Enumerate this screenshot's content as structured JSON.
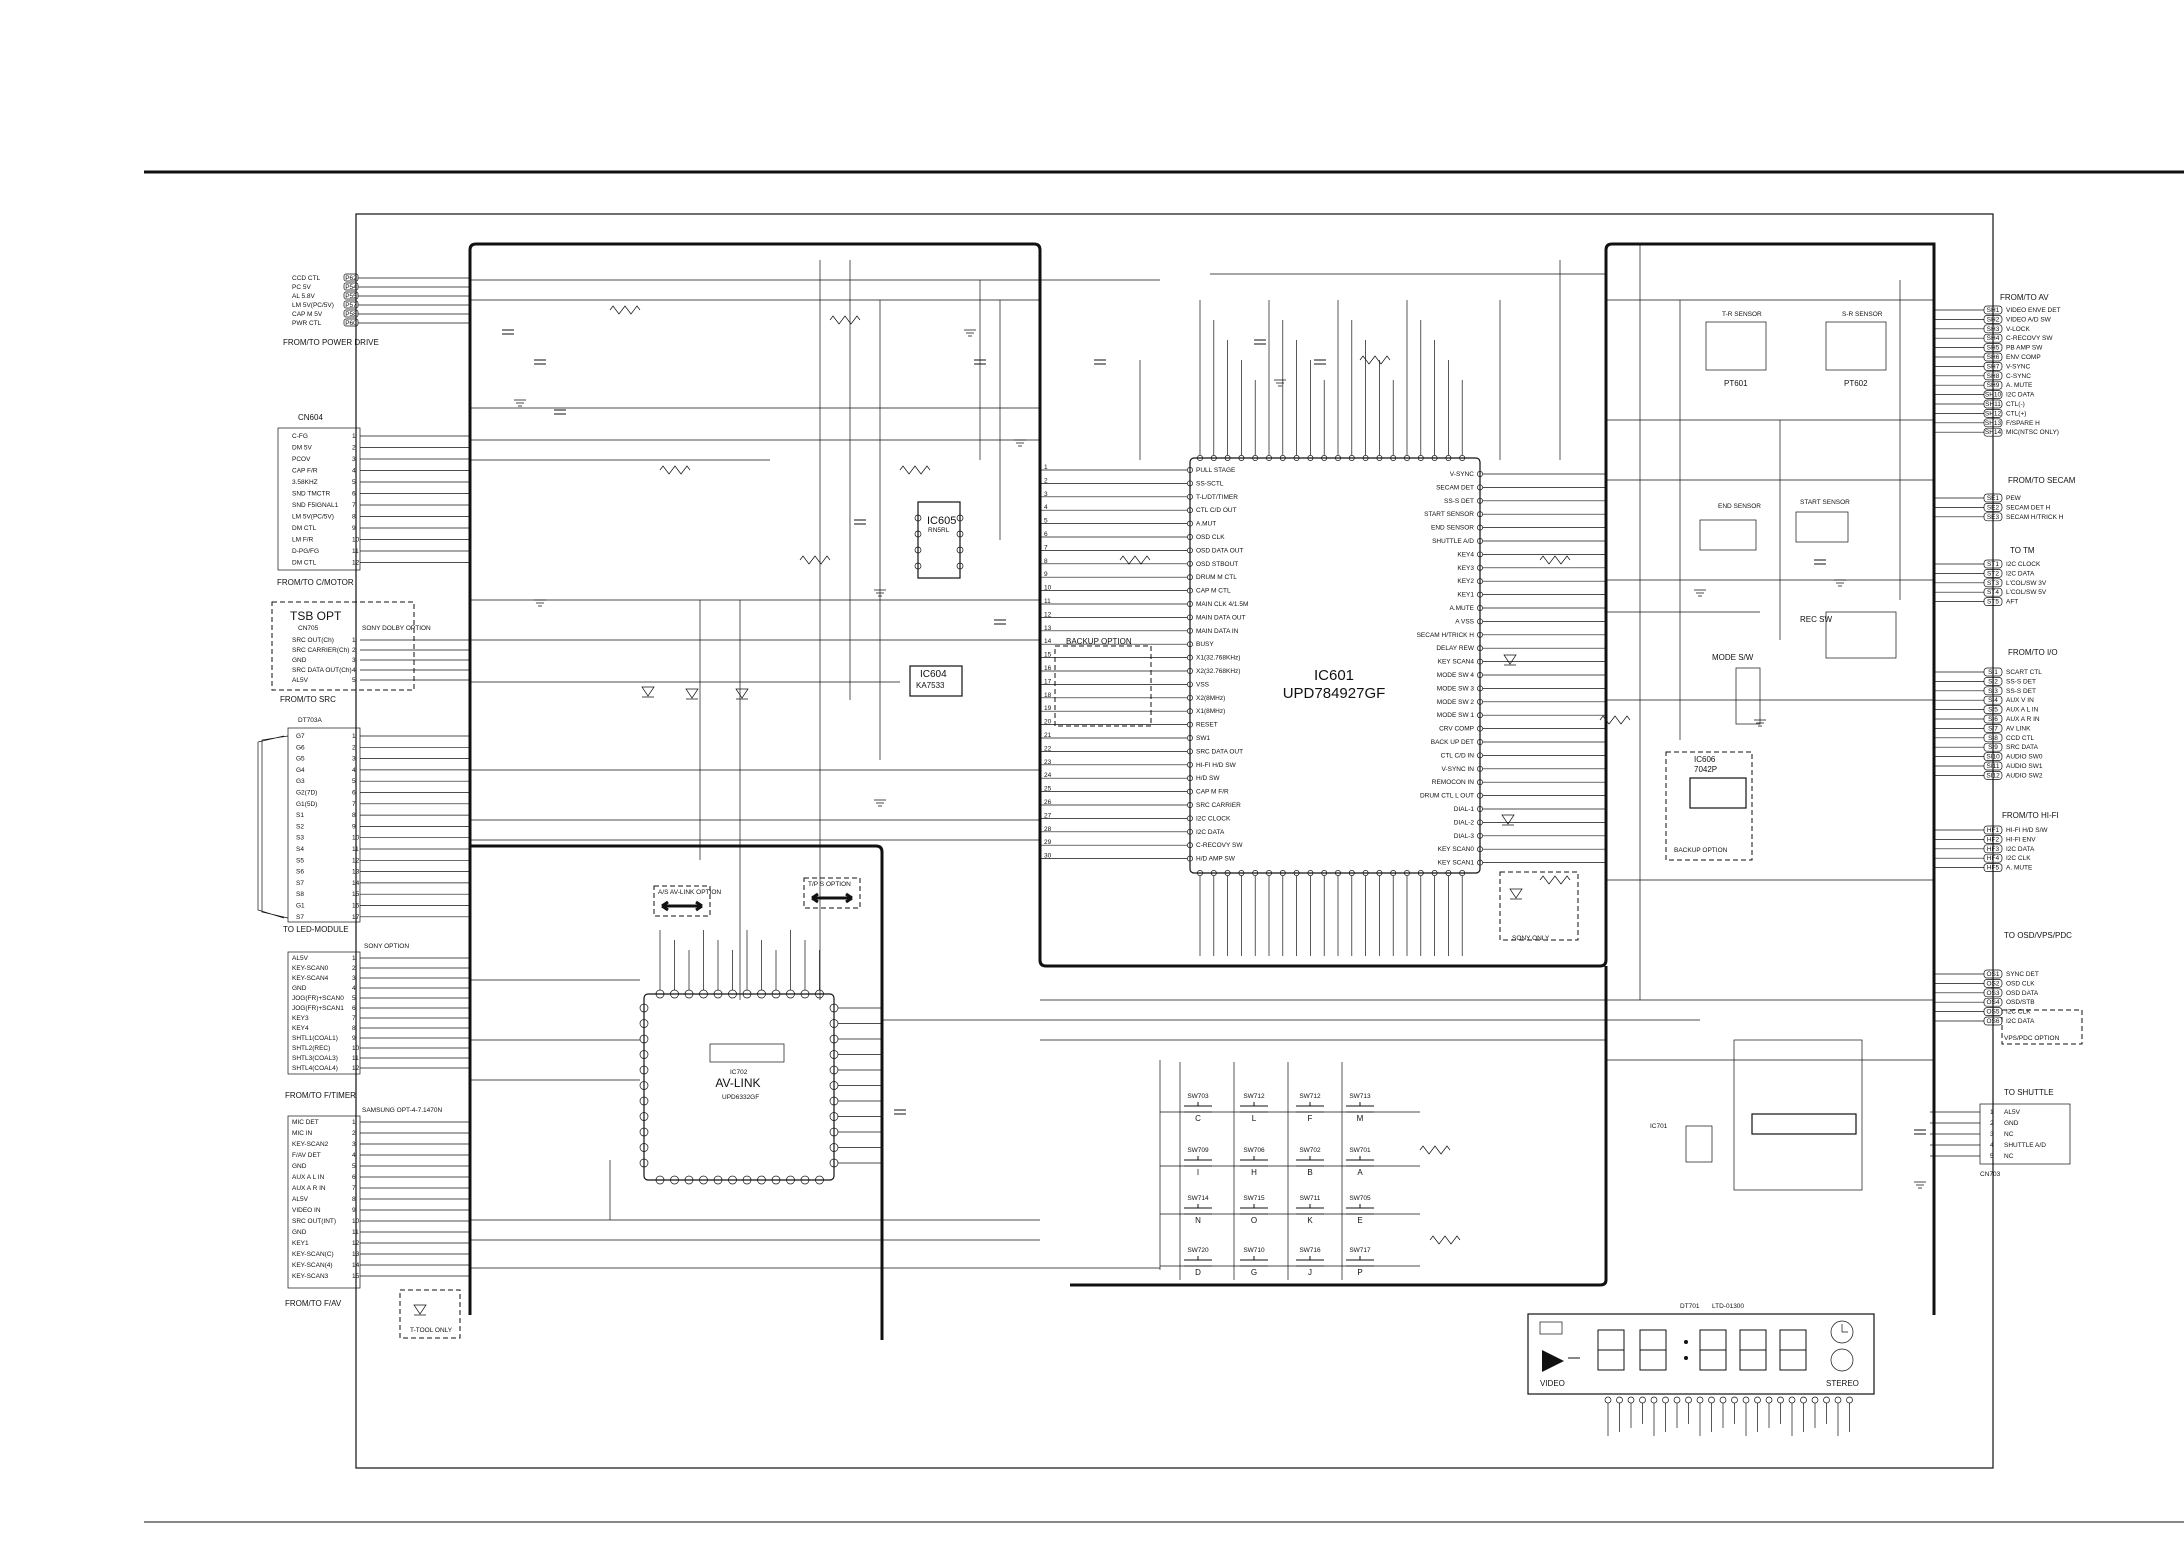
{
  "connectors": {
    "power_drive": {
      "title": "FROM/TO POWER DRIVE",
      "pins": [
        {
          "label": "CCD CTL",
          "pin": "P62"
        },
        {
          "label": "PC 5V",
          "pin": "P54"
        },
        {
          "label": "AL 5.8V",
          "pin": "P55"
        },
        {
          "label": "LM 5V(PC/5V)",
          "pin": "P57"
        },
        {
          "label": "CAP M 5V",
          "pin": "P58"
        },
        {
          "label": "PWR CTL",
          "pin": "P60"
        }
      ]
    },
    "cn604": {
      "ref": "CN604",
      "title": "FROM/TO C/MOTOR",
      "pins": [
        "C-FG",
        "DM 5V",
        "PCOV",
        "CAP F/R",
        "3.58KHZ",
        "SND TMCTR",
        "SND F5IGNAL1",
        "LM 5V(PC/5V)",
        "DM CTL",
        "LM F/R",
        "D-PG/FG",
        "DM CTL"
      ]
    },
    "tsb": {
      "title": "TSB OPT",
      "ref": "CN705",
      "note": "SONY DOLBY OPTION",
      "title2": "FROM/TO SRC",
      "pins": [
        "SRC OUT(Ch)",
        "SRC CARRIER(Ch)",
        "GND",
        "SRC DATA OUT(Ch)",
        "AL5V"
      ]
    },
    "led": {
      "title": "TO LED-MODULE",
      "ref": "DT703A",
      "pins": [
        "G7",
        "G6",
        "G5",
        "G4",
        "G3",
        "G2(7D)",
        "G1(5D)",
        "S1",
        "S2",
        "S3",
        "S4",
        "S5",
        "S6",
        "S7",
        "S8",
        "G1",
        "S7"
      ]
    },
    "ftimer": {
      "title": "FROM/TO F/TIMER",
      "note": "SONY OPTION",
      "pins": [
        "AL5V",
        "KEY-SCAN0",
        "KEY-SCAN4",
        "GND",
        "JOG(FR)+SCAN0",
        "JOG(FR)+SCAN1",
        "KEY3",
        "KEY4",
        "SHTL1(COAL1)",
        "SHTL2(REC)",
        "SHTL3(COAL3)",
        "SHTL4(COAL4)"
      ]
    },
    "fav": {
      "title": "FROM/TO F/AV",
      "note": "SAMSUNG OPT-4-7.1470N",
      "pins": [
        "MIC DET",
        "MIC IN",
        "KEY-SCAN2",
        "F/AV DET",
        "GND",
        "AUX A L IN",
        "AUX A R IN",
        "AL5V",
        "VIDEO IN",
        "SRC OUT(INT)",
        "GND",
        "KEY1",
        "KEY-SCAN(C)",
        "KEY-SCAN(4)",
        "KEY-SCAN3"
      ]
    },
    "av": {
      "title": "FROM/TO AV",
      "pins": [
        {
          "pin": "SH1",
          "label": "VIDEO ENVE DET"
        },
        {
          "pin": "SH2",
          "label": "VIDEO A/D SW"
        },
        {
          "pin": "SH3",
          "label": "V-LOCK"
        },
        {
          "pin": "SH4",
          "label": "C-RECOVY SW"
        },
        {
          "pin": "SH5",
          "label": "PB AMP SW"
        },
        {
          "pin": "SH6",
          "label": "ENV COMP"
        },
        {
          "pin": "SH7",
          "label": "V-SYNC"
        },
        {
          "pin": "SH8",
          "label": "C-SYNC"
        },
        {
          "pin": "SH9",
          "label": "A. MUTE"
        },
        {
          "pin": "SH10",
          "label": "I2C DATA"
        },
        {
          "pin": "SH11",
          "label": "CTL(-)"
        },
        {
          "pin": "SH12",
          "label": "CTL(+)"
        },
        {
          "pin": "SH13",
          "label": "F/SPARE H"
        },
        {
          "pin": "SH14",
          "label": "MIC(NTSC ONLY)"
        }
      ]
    },
    "secam": {
      "title": "FROM/TO SECAM",
      "pins": [
        {
          "pin": "SE1",
          "label": "PEW"
        },
        {
          "pin": "SE2",
          "label": "SECAM DET H"
        },
        {
          "pin": "SE3",
          "label": "SECAM H/TRICK H"
        }
      ]
    },
    "tm": {
      "title": "TO TM",
      "pins": [
        {
          "pin": "ST1",
          "label": "I2C CLOCK"
        },
        {
          "pin": "ST2",
          "label": "I2C DATA"
        },
        {
          "pin": "ST3",
          "label": "L'COL/SW 3V"
        },
        {
          "pin": "ST4",
          "label": "L'COL/SW 5V"
        },
        {
          "pin": "ST5",
          "label": "AFT"
        }
      ]
    },
    "io": {
      "title": "FROM/TO I/O",
      "pins": [
        {
          "pin": "SI1",
          "label": "SCART CTL"
        },
        {
          "pin": "SI2",
          "label": "SS-S DET"
        },
        {
          "pin": "SI3",
          "label": "SS-S DET"
        },
        {
          "pin": "SI4",
          "label": "AUX V IN"
        },
        {
          "pin": "SI5",
          "label": "AUX A L IN"
        },
        {
          "pin": "SI6",
          "label": "AUX A R IN"
        },
        {
          "pin": "SI7",
          "label": "AV LINK"
        },
        {
          "pin": "SI8",
          "label": "CCD CTL"
        },
        {
          "pin": "SI9",
          "label": "SRC DATA"
        },
        {
          "pin": "SI10",
          "label": "AUDIO SW0"
        },
        {
          "pin": "SI11",
          "label": "AUDIO SW1"
        },
        {
          "pin": "SI12",
          "label": "AUDIO SW2"
        }
      ]
    },
    "hifi": {
      "title": "FROM/TO HI-FI",
      "pins": [
        {
          "pin": "HF1",
          "label": "HI-FI H/D S/W"
        },
        {
          "pin": "HF2",
          "label": "HI-FI ENV"
        },
        {
          "pin": "HF3",
          "label": "I2C DATA"
        },
        {
          "pin": "HF4",
          "label": "I2C CLK"
        },
        {
          "pin": "HF5",
          "label": "A. MUTE"
        }
      ]
    },
    "osd": {
      "title": "TO OSD/VPS/PDC",
      "pins": [
        {
          "pin": "OS1",
          "label": "SYNC DET"
        },
        {
          "pin": "OS2",
          "label": "OSD CLK"
        },
        {
          "pin": "OS3",
          "label": "OSD DATA"
        },
        {
          "pin": "OS4",
          "label": "OSD/STB"
        },
        {
          "pin": "OS5",
          "label": "I2C CLK"
        },
        {
          "pin": "OS6",
          "label": "I2C DATA"
        }
      ],
      "option": "VPS/PDC OPTION"
    },
    "shuttle": {
      "title": "TO SHUTTLE",
      "ref": "CN703",
      "pins": [
        "AL5V",
        "GND",
        "NC",
        "SHUTTLE A/D",
        "NC"
      ]
    }
  },
  "chips": {
    "ic601": {
      "ref": "IC601",
      "part": "UPD784927GF"
    },
    "ic605": {
      "ref": "IC605",
      "part": "RN5RL"
    },
    "ic604": {
      "ref": "IC604",
      "part": "KA7533"
    },
    "av_link": {
      "ref": "IC702",
      "name": "AV-LINK",
      "part": "UPD6332GF"
    },
    "ic701": {
      "ref": "IC701"
    },
    "ic606": {
      "ref": "IC606",
      "part": "7042P"
    }
  },
  "labels": {
    "backup_option": "BACKUP OPTION",
    "sony_only": "SONY ONLY",
    "ttool_only": "T-TOOL ONLY",
    "backup_option2": "BACKUP OPTION",
    "mode_sw": "MODE S/W",
    "rec_sw": "REC SW",
    "end_sensor": "END SENSOR",
    "start_sensor": "START SENSOR",
    "t_sensor": "T-R SENSOR",
    "s_sensor": "S-R SENSOR",
    "pt601": "PT601",
    "pt602": "PT602",
    "avlink_opt": "A/S AV-LINK OPTION",
    "hi_opt": "T/P S OPTION"
  },
  "ic601_left": [
    "1",
    "2",
    "3",
    "4",
    "5",
    "6",
    "7",
    "8",
    "9",
    "10",
    "11",
    "12",
    "13",
    "14",
    "15",
    "16",
    "17",
    "18",
    "19",
    "20",
    "21",
    "22",
    "23",
    "24",
    "25",
    "26",
    "27",
    "28",
    "29",
    "30"
  ],
  "ic601_left_names": [
    "PULL STAGE",
    "SS-SCTL",
    "T-L/DT/TIMER",
    "CTL C/D OUT",
    "A.MUT",
    "OSD CLK",
    "OSD DATA OUT",
    "OSD STBOUT",
    "DRUM M CTL",
    "CAP M CTL",
    "MAIN CLK 4/1.5M",
    "MAIN DATA OUT",
    "MAIN DATA IN",
    "BUSY",
    "X1(32.768KHz)",
    "X2(32.768KHz)",
    "VSS",
    "X2(8MHz)",
    "X1(8MHz)",
    "RESET",
    "SW1",
    "SRC DATA OUT",
    "HI-FI H/D SW",
    "H/D SW",
    "CAP M F/R",
    "SRC CARRIER",
    "I2C CLOCK",
    "I2C DATA",
    "C-RECOVY SW",
    "H/D AMP SW"
  ],
  "ic601_right_names": [
    "V-SYNC",
    "SECAM DET",
    "SS-S DET",
    "START SENSOR",
    "END SENSOR",
    "SHUTTLE A/D",
    "KEY4",
    "KEY3",
    "KEY2",
    "KEY1",
    "A.MUTE",
    "A VSS",
    "SECAM H/TRICK H",
    "DELAY REW",
    "KEY SCAN4",
    "MODE SW 4",
    "MODE SW 3",
    "MODE SW 2",
    "MODE SW 1",
    "CRV COMP",
    "BACK UP DET",
    "CTL C/D IN",
    "V-SYNC IN",
    "REMOCON IN",
    "DRUM CTL L OUT",
    "DIAL-1",
    "DIAL-2",
    "DIAL-3",
    "KEY SCAN0",
    "KEY SCAN1"
  ],
  "keys": [
    {
      "ref": "SW703",
      "cap": "C"
    },
    {
      "ref": "SW712",
      "cap": "L"
    },
    {
      "ref": "SW712",
      "cap": "F"
    },
    {
      "ref": "SW713",
      "cap": "M"
    },
    {
      "ref": "SW709",
      "cap": "I"
    },
    {
      "ref": "SW706",
      "cap": "H"
    },
    {
      "ref": "SW702",
      "cap": "B"
    },
    {
      "ref": "SW701",
      "cap": "A"
    },
    {
      "ref": "SW714",
      "cap": "N"
    },
    {
      "ref": "SW715",
      "cap": "O"
    },
    {
      "ref": "SW711",
      "cap": "K"
    },
    {
      "ref": "SW705",
      "cap": "E"
    },
    {
      "ref": "SW720",
      "cap": "D"
    },
    {
      "ref": "SW710",
      "cap": "G"
    },
    {
      "ref": "SW716",
      "cap": "J"
    },
    {
      "ref": "SW717",
      "cap": "P"
    }
  ],
  "display": {
    "ref": "DT701",
    "part": "LTD-01300",
    "video": "VIDEO",
    "stereo": "STEREO"
  }
}
